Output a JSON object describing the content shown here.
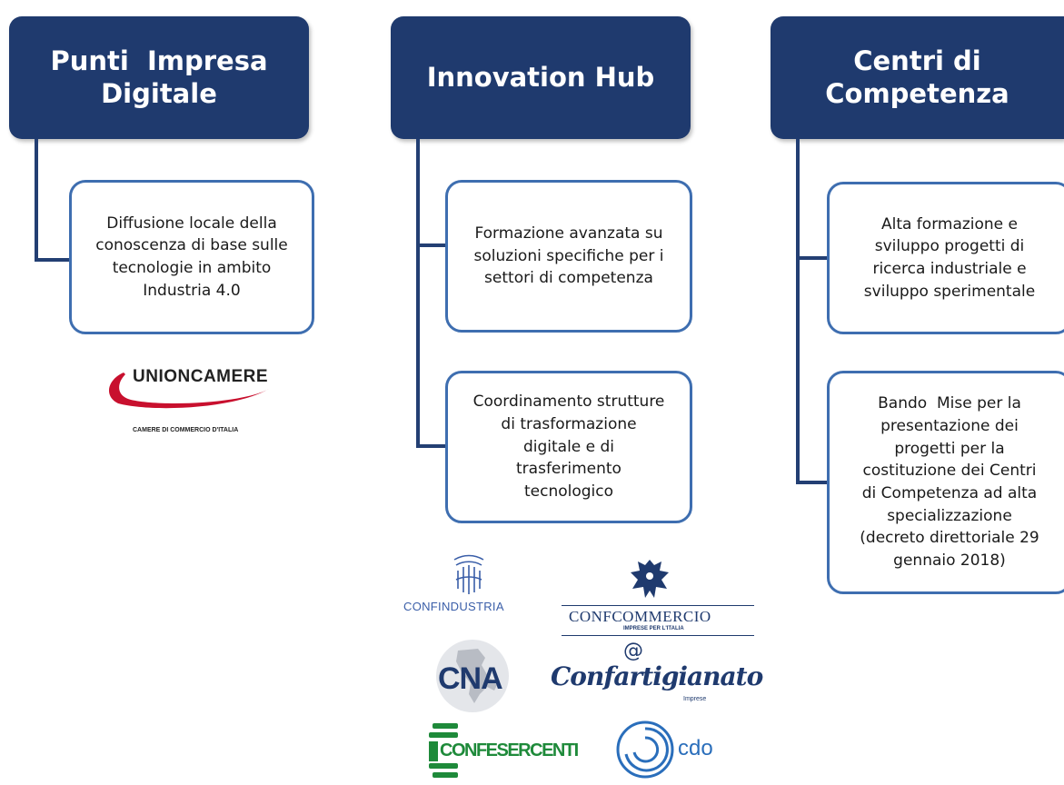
{
  "columns": [
    {
      "title_l1": "Punti  Impresa",
      "title_l2": "Digitale",
      "cards": [
        {
          "lines": [
            "Diffusione locale della",
            "conoscenza di base sulle",
            "tecnologie in ambito",
            "Industria 4.0"
          ]
        }
      ]
    },
    {
      "title_l1": "Innovation Hub",
      "cards": [
        {
          "lines": [
            "Formazione avanzata su",
            "soluzioni specifiche per i",
            "settori di competenza"
          ]
        },
        {
          "lines": [
            "Coordinamento strutture",
            "di trasformazione",
            "digitale e di",
            "trasferimento",
            "tecnologico"
          ]
        }
      ]
    },
    {
      "title_l1": "Centri di",
      "title_l2": "Competenza",
      "cards": [
        {
          "lines": [
            "Alta formazione e",
            "sviluppo progetti di",
            "ricerca industriale e",
            "sviluppo sperimentale"
          ]
        },
        {
          "lines": [
            "Bando  Mise per la",
            "presentazione dei",
            "progetti per la",
            "costituzione dei Centri",
            "di Competenza ad alta",
            "specializzazione",
            "(decreto direttoriale 29",
            "gennaio 2018)"
          ]
        }
      ]
    }
  ],
  "logos": {
    "unioncamere": {
      "name": "UNIONCAMERE",
      "sub": "CAMERE DI COMMERCIO D'ITALIA",
      "color": "#c8102e"
    },
    "confindustria": {
      "name": "CONFINDUSTRIA",
      "color": "#3a5ea8"
    },
    "confcommercio": {
      "name": "CONFCOMMERCIO",
      "sub": "IMPRESE PER L'ITALIA",
      "color": "#1f3a6e"
    },
    "cna": {
      "name": "CNA",
      "color": "#1f3a6e"
    },
    "confartigianato": {
      "name": "Confartigianato",
      "sub": "Imprese",
      "at": "@",
      "color": "#1f3a6e"
    },
    "confesercenti": {
      "name": "CONFESERCENTI",
      "color": "#1e8a3a"
    },
    "cdo": {
      "name": "cdo",
      "color": "#2a6ebb"
    }
  },
  "colors": {
    "header_bg": "#1f3a6e",
    "card_border": "#3e6eb0",
    "connector": "#233f73"
  }
}
